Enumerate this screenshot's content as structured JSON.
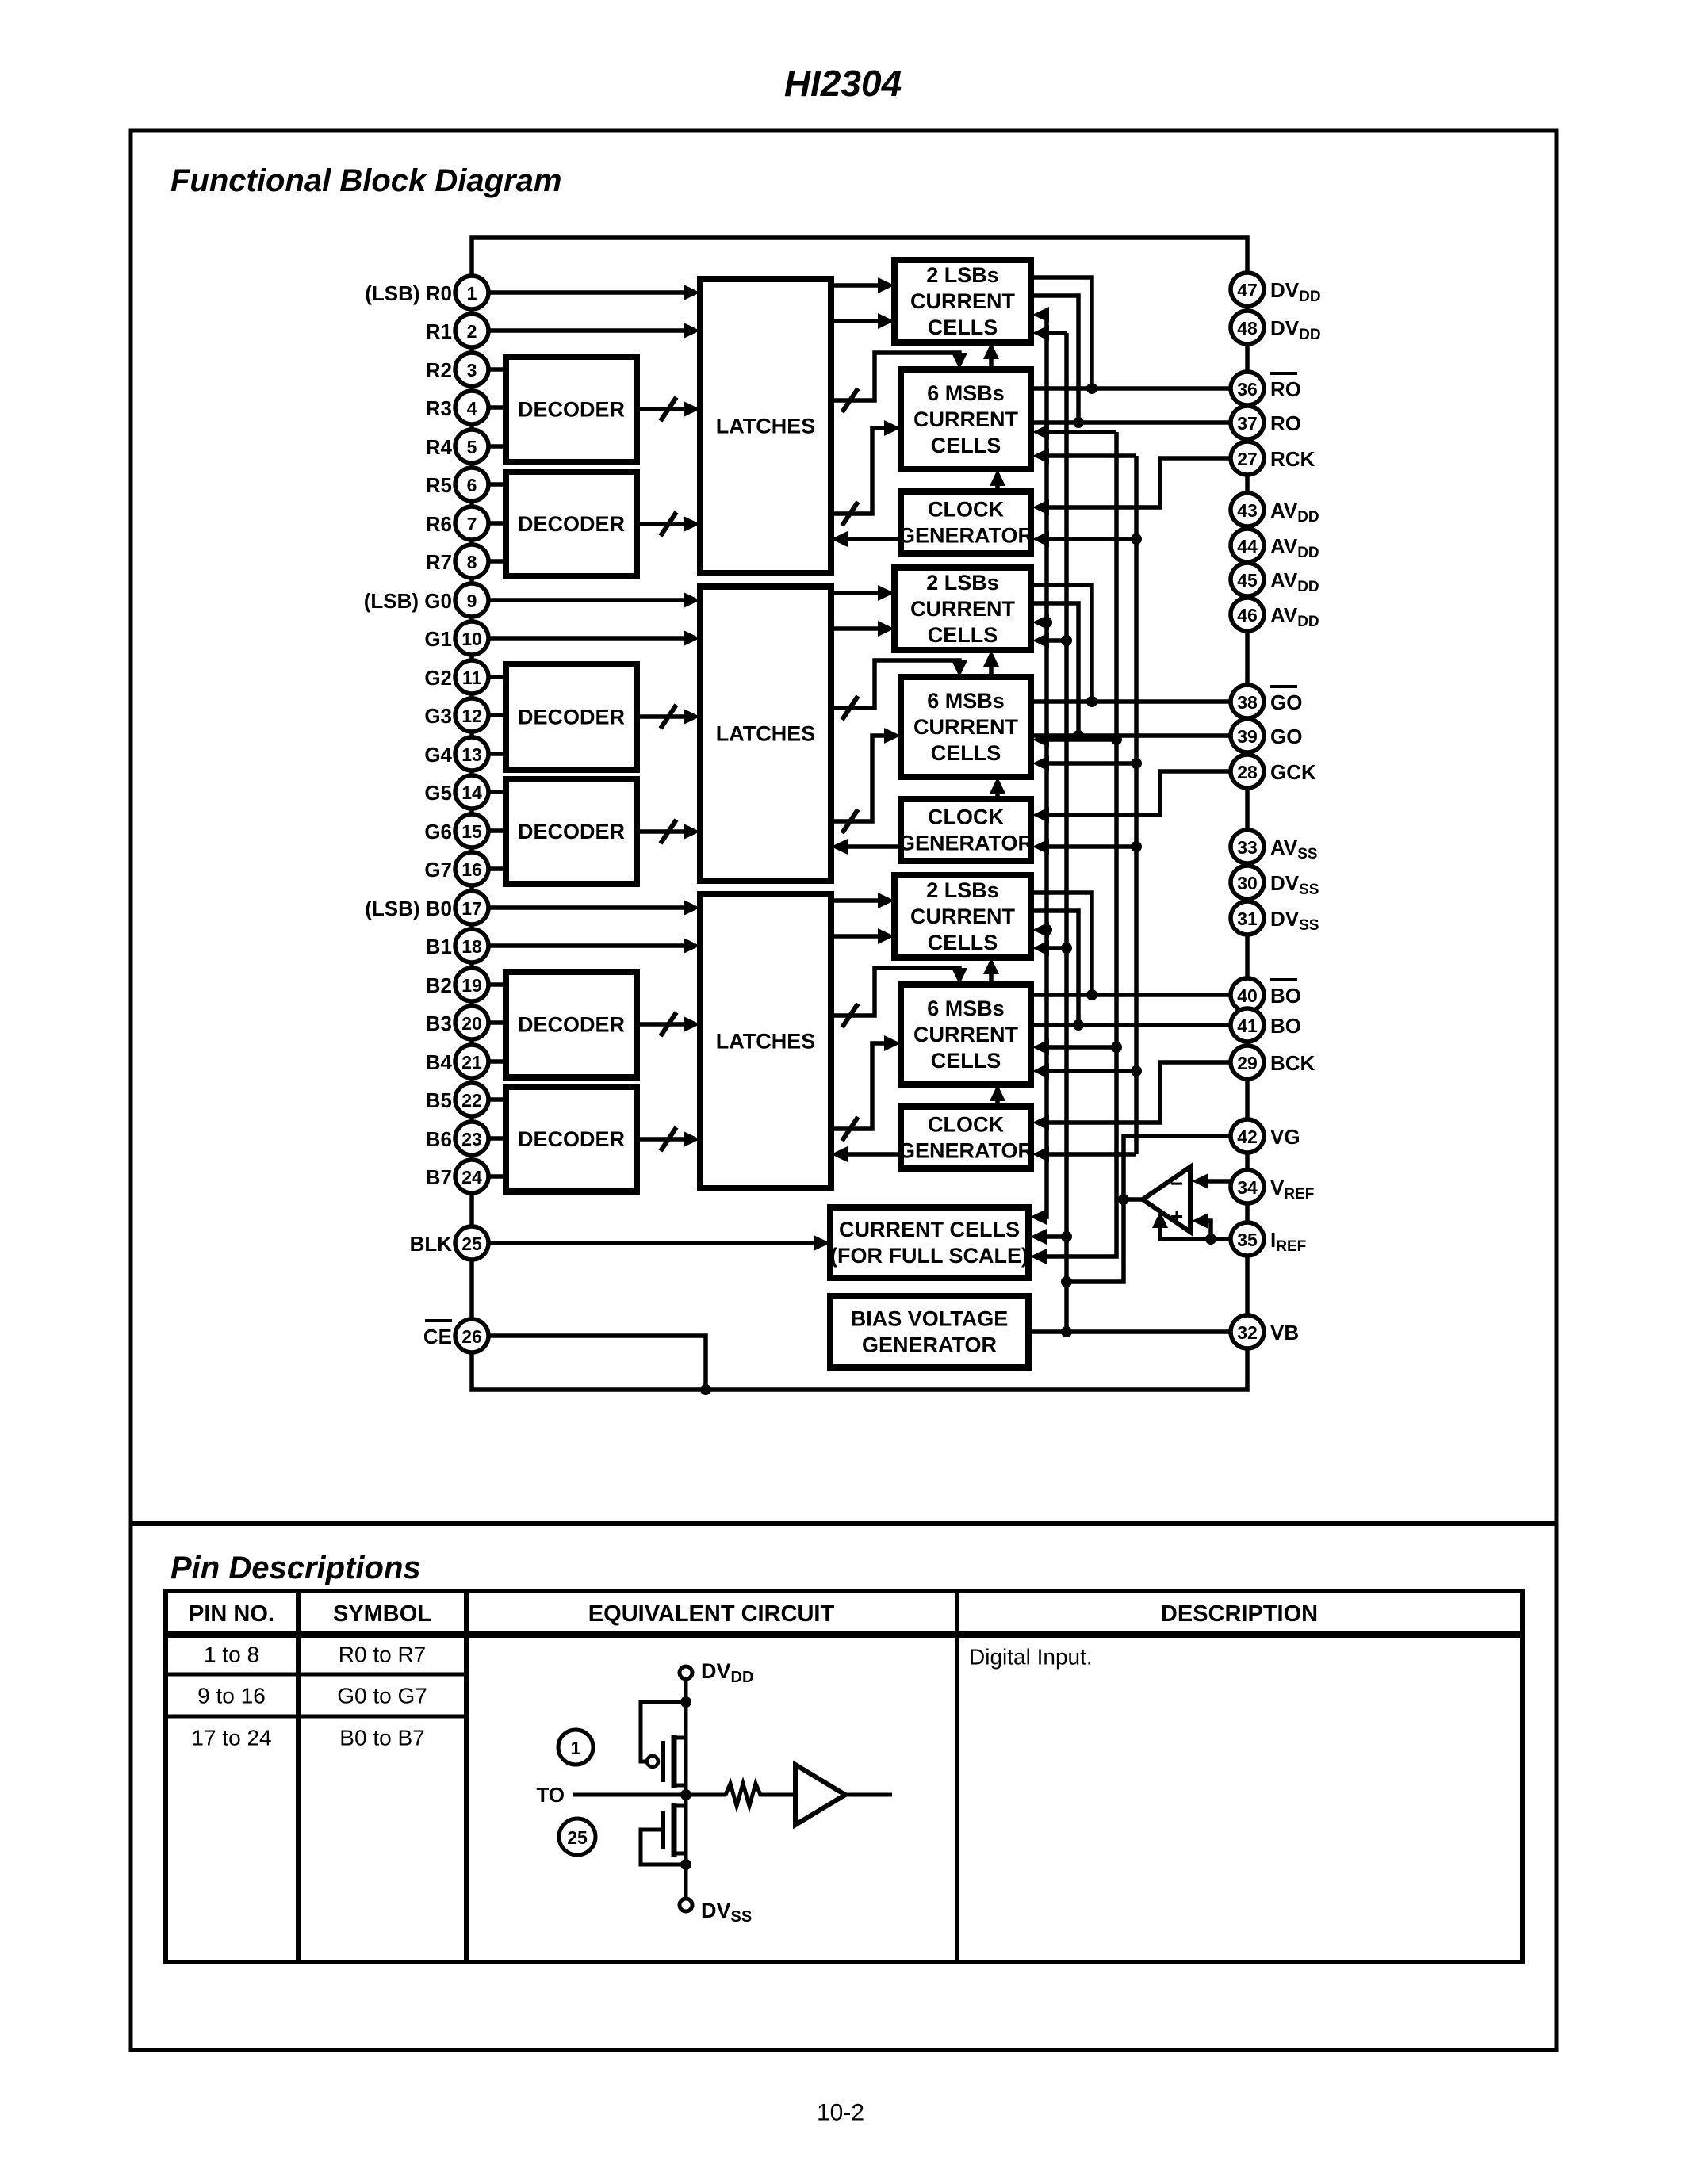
{
  "page": {
    "title": "HI2304",
    "page_number": "10-2"
  },
  "diagram": {
    "title": "Functional Block Diagram",
    "blocks": {
      "decoder": "DECODER",
      "latches": "LATCHES",
      "lsb_cells": [
        "2 LSBs",
        "CURRENT",
        "CELLS"
      ],
      "msb_cells": [
        "6 MSBs",
        "CURRENT",
        "CELLS"
      ],
      "clock_gen": [
        "CLOCK",
        "GENERATOR"
      ],
      "full_scale": [
        "CURRENT CELLS",
        "(FOR FULL SCALE)"
      ],
      "bias": [
        "BIAS VOLTAGE",
        "GENERATOR"
      ]
    },
    "opamp": {
      "minus": "−",
      "plus": "+"
    },
    "left_pins": [
      {
        "num": "1",
        "label": "(LSB) R0"
      },
      {
        "num": "2",
        "label": "R1"
      },
      {
        "num": "3",
        "label": "R2"
      },
      {
        "num": "4",
        "label": "R3"
      },
      {
        "num": "5",
        "label": "R4"
      },
      {
        "num": "6",
        "label": "R5"
      },
      {
        "num": "7",
        "label": "R6"
      },
      {
        "num": "8",
        "label": "R7"
      },
      {
        "num": "9",
        "label": "(LSB) G0"
      },
      {
        "num": "10",
        "label": "G1"
      },
      {
        "num": "11",
        "label": "G2"
      },
      {
        "num": "12",
        "label": "G3"
      },
      {
        "num": "13",
        "label": "G4"
      },
      {
        "num": "14",
        "label": "G5"
      },
      {
        "num": "15",
        "label": "G6"
      },
      {
        "num": "16",
        "label": "G7"
      },
      {
        "num": "17",
        "label": "(LSB) B0"
      },
      {
        "num": "18",
        "label": "B1"
      },
      {
        "num": "19",
        "label": "B2"
      },
      {
        "num": "20",
        "label": "B3"
      },
      {
        "num": "21",
        "label": "B4"
      },
      {
        "num": "22",
        "label": "B5"
      },
      {
        "num": "23",
        "label": "B6"
      },
      {
        "num": "24",
        "label": "B7"
      },
      {
        "num": "25",
        "label": "BLK"
      },
      {
        "num": "26",
        "label": "CE",
        "overline": true
      }
    ],
    "right_pins": [
      {
        "num": "47",
        "label": "DV",
        "sub": "DD"
      },
      {
        "num": "48",
        "label": "DV",
        "sub": "DD"
      },
      {
        "num": "36",
        "label": "RO",
        "overline": true
      },
      {
        "num": "37",
        "label": "RO"
      },
      {
        "num": "27",
        "label": "RCK"
      },
      {
        "num": "43",
        "label": "AV",
        "sub": "DD"
      },
      {
        "num": "44",
        "label": "AV",
        "sub": "DD"
      },
      {
        "num": "45",
        "label": "AV",
        "sub": "DD"
      },
      {
        "num": "46",
        "label": "AV",
        "sub": "DD"
      },
      {
        "num": "38",
        "label": "GO",
        "overline": true
      },
      {
        "num": "39",
        "label": "GO"
      },
      {
        "num": "28",
        "label": "GCK"
      },
      {
        "num": "33",
        "label": "AV",
        "sub": "SS"
      },
      {
        "num": "30",
        "label": "DV",
        "sub": "SS"
      },
      {
        "num": "31",
        "label": "DV",
        "sub": "SS"
      },
      {
        "num": "40",
        "label": "BO",
        "overline": true
      },
      {
        "num": "41",
        "label": "BO"
      },
      {
        "num": "29",
        "label": "BCK"
      },
      {
        "num": "42",
        "label": "VG"
      },
      {
        "num": "34",
        "label": "V",
        "sub": "REF"
      },
      {
        "num": "35",
        "label": "I",
        "sub": "REF"
      },
      {
        "num": "32",
        "label": "VB"
      }
    ]
  },
  "pin_table": {
    "title": "Pin Descriptions",
    "headers": [
      "PIN NO.",
      "SYMBOL",
      "EQUIVALENT CIRCUIT",
      "DESCRIPTION"
    ],
    "rows": [
      {
        "pin_no": "1 to 8",
        "symbol": "R0 to R7"
      },
      {
        "pin_no": "9 to 16",
        "symbol": "G0 to G7"
      },
      {
        "pin_no": "17 to 24",
        "symbol": "B0 to B7"
      }
    ],
    "description": "Digital Input.",
    "circuit": {
      "top_rail": {
        "label": "DV",
        "sub": "DD"
      },
      "bottom_rail": {
        "label": "DV",
        "sub": "SS"
      },
      "pin_start": "1",
      "to_label": "TO",
      "pin_end": "25"
    }
  }
}
